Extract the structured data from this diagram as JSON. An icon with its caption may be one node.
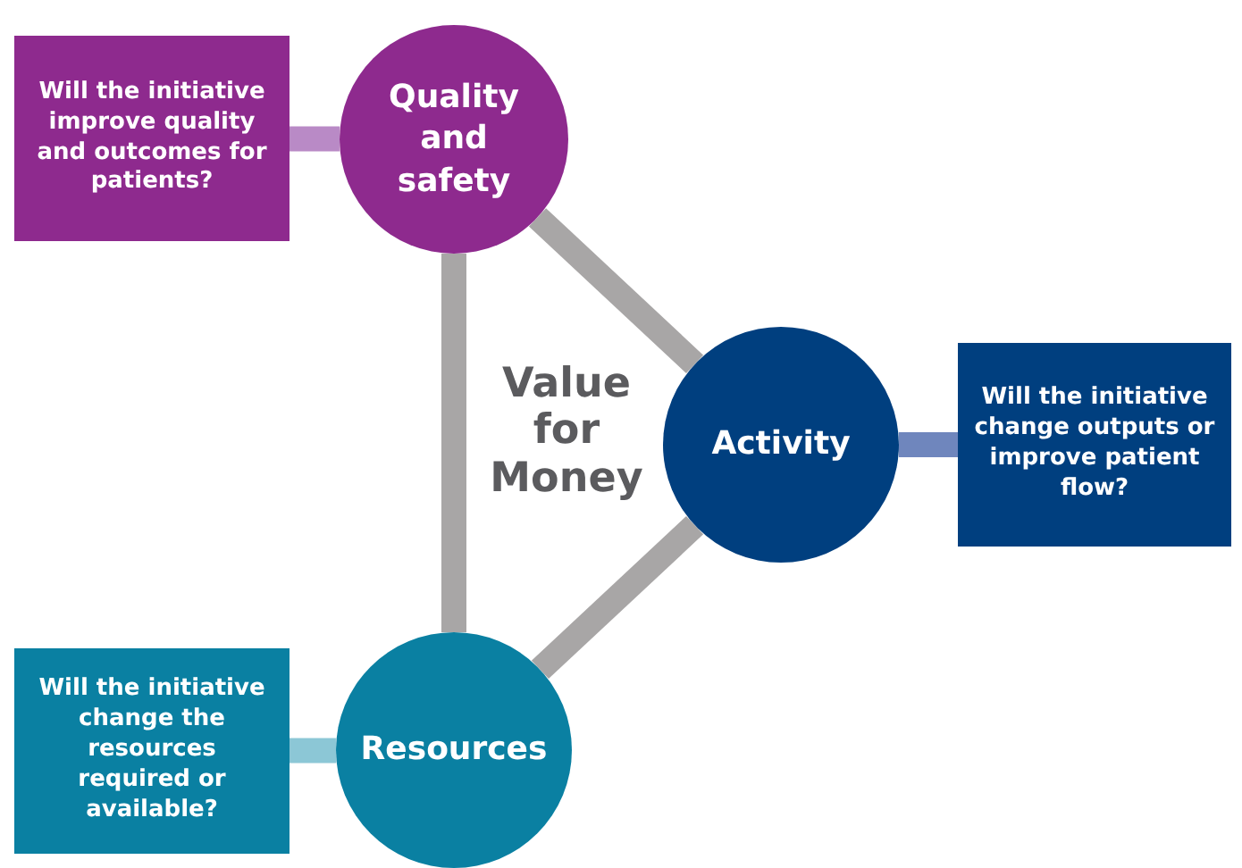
{
  "diagram": {
    "nodes": [
      {
        "text": [
          "Quality and safety"
        ]
      },
      {
        "text": [
          "Will the initiative improve quality and outcomes for patients?"
        ]
      },
      {
        "text": [
          "Activity"
        ]
      },
      {
        "text": [
          "Will the initiative change outputs or improve patient flow?"
        ]
      },
      {
        "text": [
          "Resources"
        ]
      },
      {
        "text": [
          "Will the initiative change the resources required or available?"
        ]
      }
    ],
    "edges": [
      {
        "from": 1,
        "to": 0,
        "arrow": "none",
        "color": "#b98ac6"
      },
      {
        "from": 0,
        "to": 2,
        "arrow": "none"
      },
      {
        "from": 2,
        "to": 4,
        "arrow": "none"
      },
      {
        "from": 4,
        "to": 0,
        "arrow": "none"
      },
      {
        "from": 3,
        "to": 2,
        "arrow": "none",
        "color": "#6f86bd"
      },
      {
        "from": 5,
        "to": 4,
        "arrow": "none",
        "color": "#8cc7d6"
      }
    ],
    "labels": [
      "Value for Money"
    ]
  }
}
